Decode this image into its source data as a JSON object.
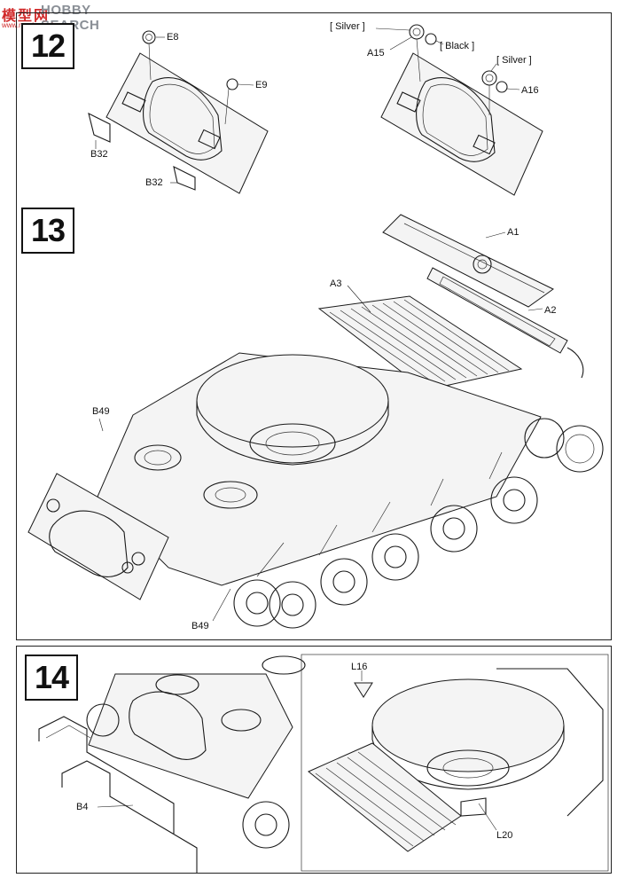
{
  "watermark": {
    "brand_cn": "模型网",
    "brand_en": "HOBBY SEARCH",
    "url": "www.moxing.net"
  },
  "steps": [
    {
      "number": "12",
      "callouts": [
        "E8",
        "E9",
        "B32",
        "B32",
        "A15",
        "A16"
      ],
      "paint_notes": [
        "[ Silver ]",
        "[ Black ]",
        "[ Silver ]"
      ]
    },
    {
      "number": "13",
      "callouts": [
        "A1",
        "A2",
        "A3",
        "B49",
        "B49"
      ]
    },
    {
      "number": "14",
      "callouts": [
        "B4",
        "L16",
        "L20"
      ]
    }
  ]
}
